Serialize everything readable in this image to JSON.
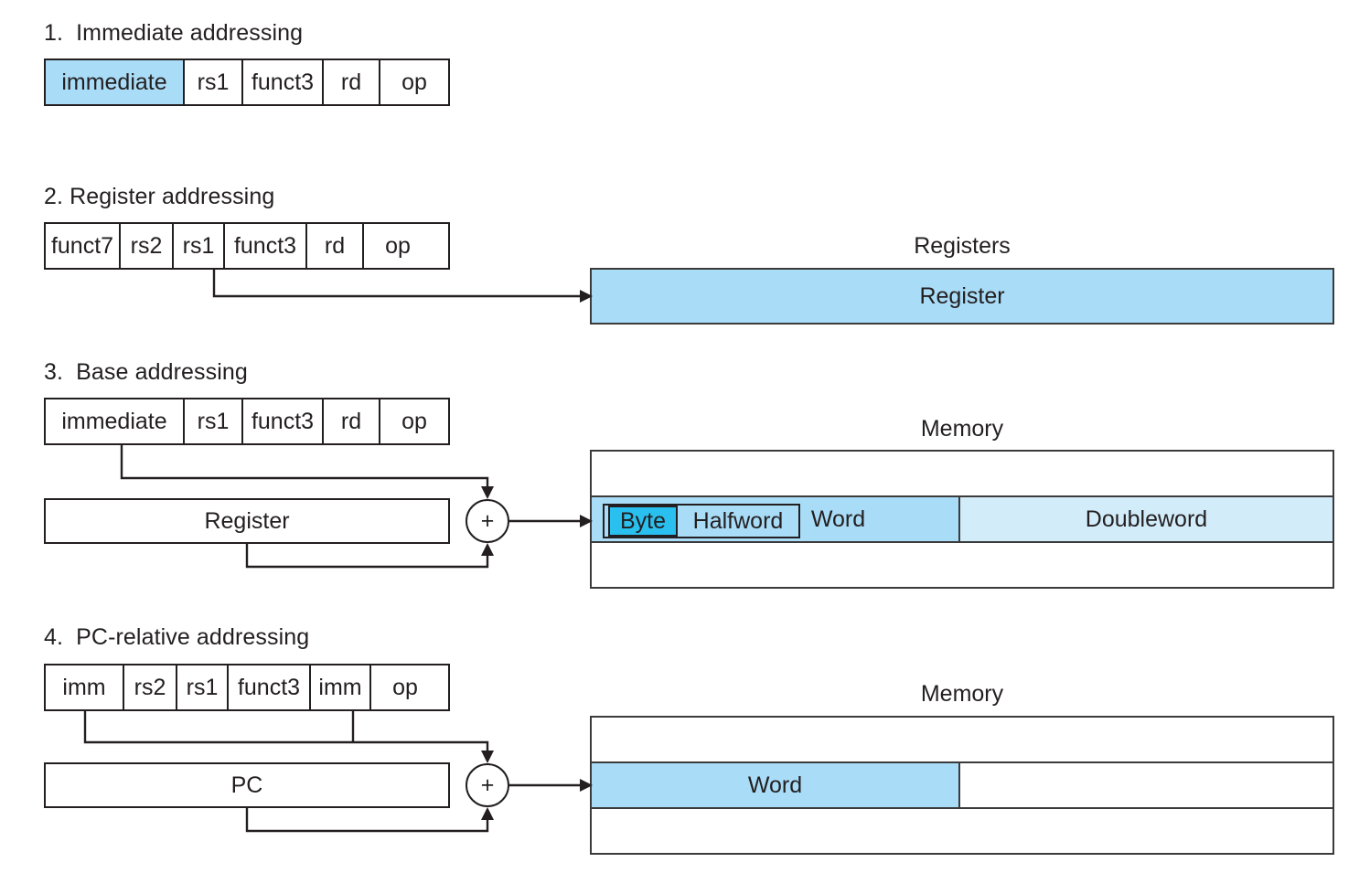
{
  "sections": [
    {
      "id": "immediate",
      "heading": "1.  Immediate addressing",
      "fields": [
        {
          "label": "immediate",
          "highlight": true
        },
        {
          "label": "rs1",
          "highlight": false
        },
        {
          "label": "funct3",
          "highlight": false
        },
        {
          "label": "rd",
          "highlight": false
        },
        {
          "label": "op",
          "highlight": false
        }
      ]
    },
    {
      "id": "register",
      "heading": "2. Register addressing",
      "fields": [
        {
          "label": "funct7",
          "highlight": false
        },
        {
          "label": "rs2",
          "highlight": false
        },
        {
          "label": "rs1",
          "highlight": false
        },
        {
          "label": "funct3",
          "highlight": false
        },
        {
          "label": "rd",
          "highlight": false
        },
        {
          "label": "op",
          "highlight": false
        }
      ],
      "target_caption": "Registers",
      "target_cell": "Register"
    },
    {
      "id": "base",
      "heading": "3.  Base addressing",
      "fields": [
        {
          "label": "immediate",
          "highlight": false
        },
        {
          "label": "rs1",
          "highlight": false
        },
        {
          "label": "funct3",
          "highlight": false
        },
        {
          "label": "rd",
          "highlight": false
        },
        {
          "label": "op",
          "highlight": false
        }
      ],
      "operand_box": "Register",
      "adder": "+",
      "target_caption": "Memory",
      "memory_cells": {
        "byte": "Byte",
        "halfword": "Halfword",
        "word": "Word",
        "doubleword": "Doubleword"
      }
    },
    {
      "id": "pc-relative",
      "heading": "4.  PC-relative addressing",
      "fields": [
        {
          "label": "imm",
          "highlight": false
        },
        {
          "label": "rs2",
          "highlight": false
        },
        {
          "label": "rs1",
          "highlight": false
        },
        {
          "label": "funct3",
          "highlight": false
        },
        {
          "label": "imm",
          "highlight": false
        },
        {
          "label": "op",
          "highlight": false
        }
      ],
      "operand_box": "PC",
      "adder": "+",
      "target_caption": "Memory",
      "memory_cells": {
        "word": "Word"
      }
    }
  ],
  "colors": {
    "highlight_blue": "#a9dcf7",
    "light_blue": "#d3ecfa",
    "byte_cyan": "#29c0f0",
    "outline": "#231f20",
    "box_outline": "#3b3b3b",
    "background": "#ffffff"
  }
}
